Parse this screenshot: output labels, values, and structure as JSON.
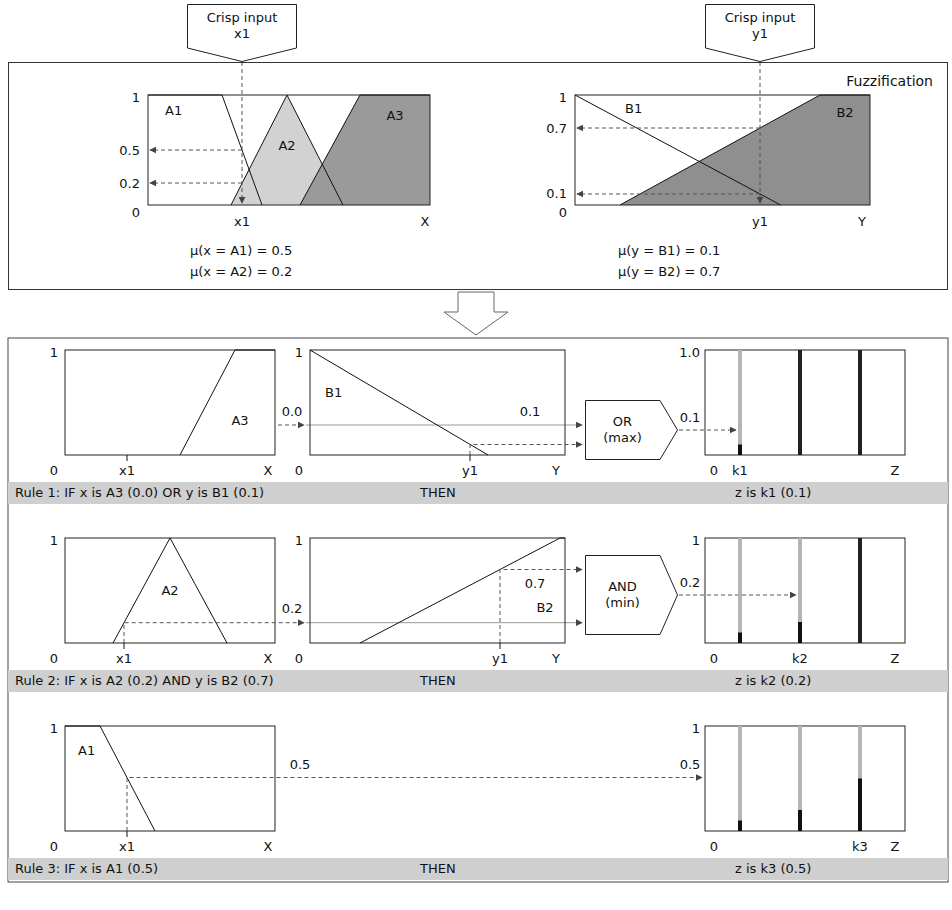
{
  "diagram": {
    "nodes": [
      {
        "text": [
          "Crisp input",
          "x1"
        ]
      },
      {
        "text": [
          "Crisp input",
          "y1"
        ]
      },
      {
        "text": [
          "Fuzzification"
        ]
      },
      {
        "text": [
          "OR",
          "(max)"
        ]
      },
      {
        "text": [
          "Rule 1: IF x is A3 (0.0) OR y is B1 (0.1)",
          "THEN",
          "z is k1 (0.1)"
        ]
      },
      {
        "text": [
          "AND",
          "(min)"
        ]
      },
      {
        "text": [
          "Rule 2: IF x is A2 (0.2) AND y is B2 (0.7)",
          "THEN",
          "z is k2 (0.2)"
        ]
      },
      {
        "text": [
          "Rule 3: IF x is A1 (0.5)",
          "THEN",
          "z is k3 (0.5)"
        ]
      }
    ],
    "labels": [
      "1",
      "0.5",
      "0.2",
      "0",
      "A1",
      "A2",
      "A3",
      "x1",
      "X",
      "μ(x = A1) = 0.5",
      "μ(x = A2) = 0.2",
      "1",
      "0.7",
      "0.1",
      "0",
      "B1",
      "B2",
      "y1",
      "Y",
      "μ(y = B1) = 0.1",
      "μ(y = B2) = 0.7",
      "1",
      "A3",
      "0",
      "x1",
      "X",
      "0.0",
      "1",
      "B1",
      "0",
      "y1",
      "Y",
      "0.1",
      "1.0",
      "0.1",
      "0",
      "k1",
      "Z",
      "1",
      "A2",
      "0",
      "x1",
      "X",
      "0.2",
      "1",
      "0.7",
      "B2",
      "0",
      "y1",
      "Y",
      "0.2",
      "1",
      "0",
      "k2",
      "Z",
      "1",
      "A1",
      "0",
      "x1",
      "X",
      "0.5",
      "1",
      "0.5",
      "0",
      "k3",
      "Z"
    ]
  }
}
